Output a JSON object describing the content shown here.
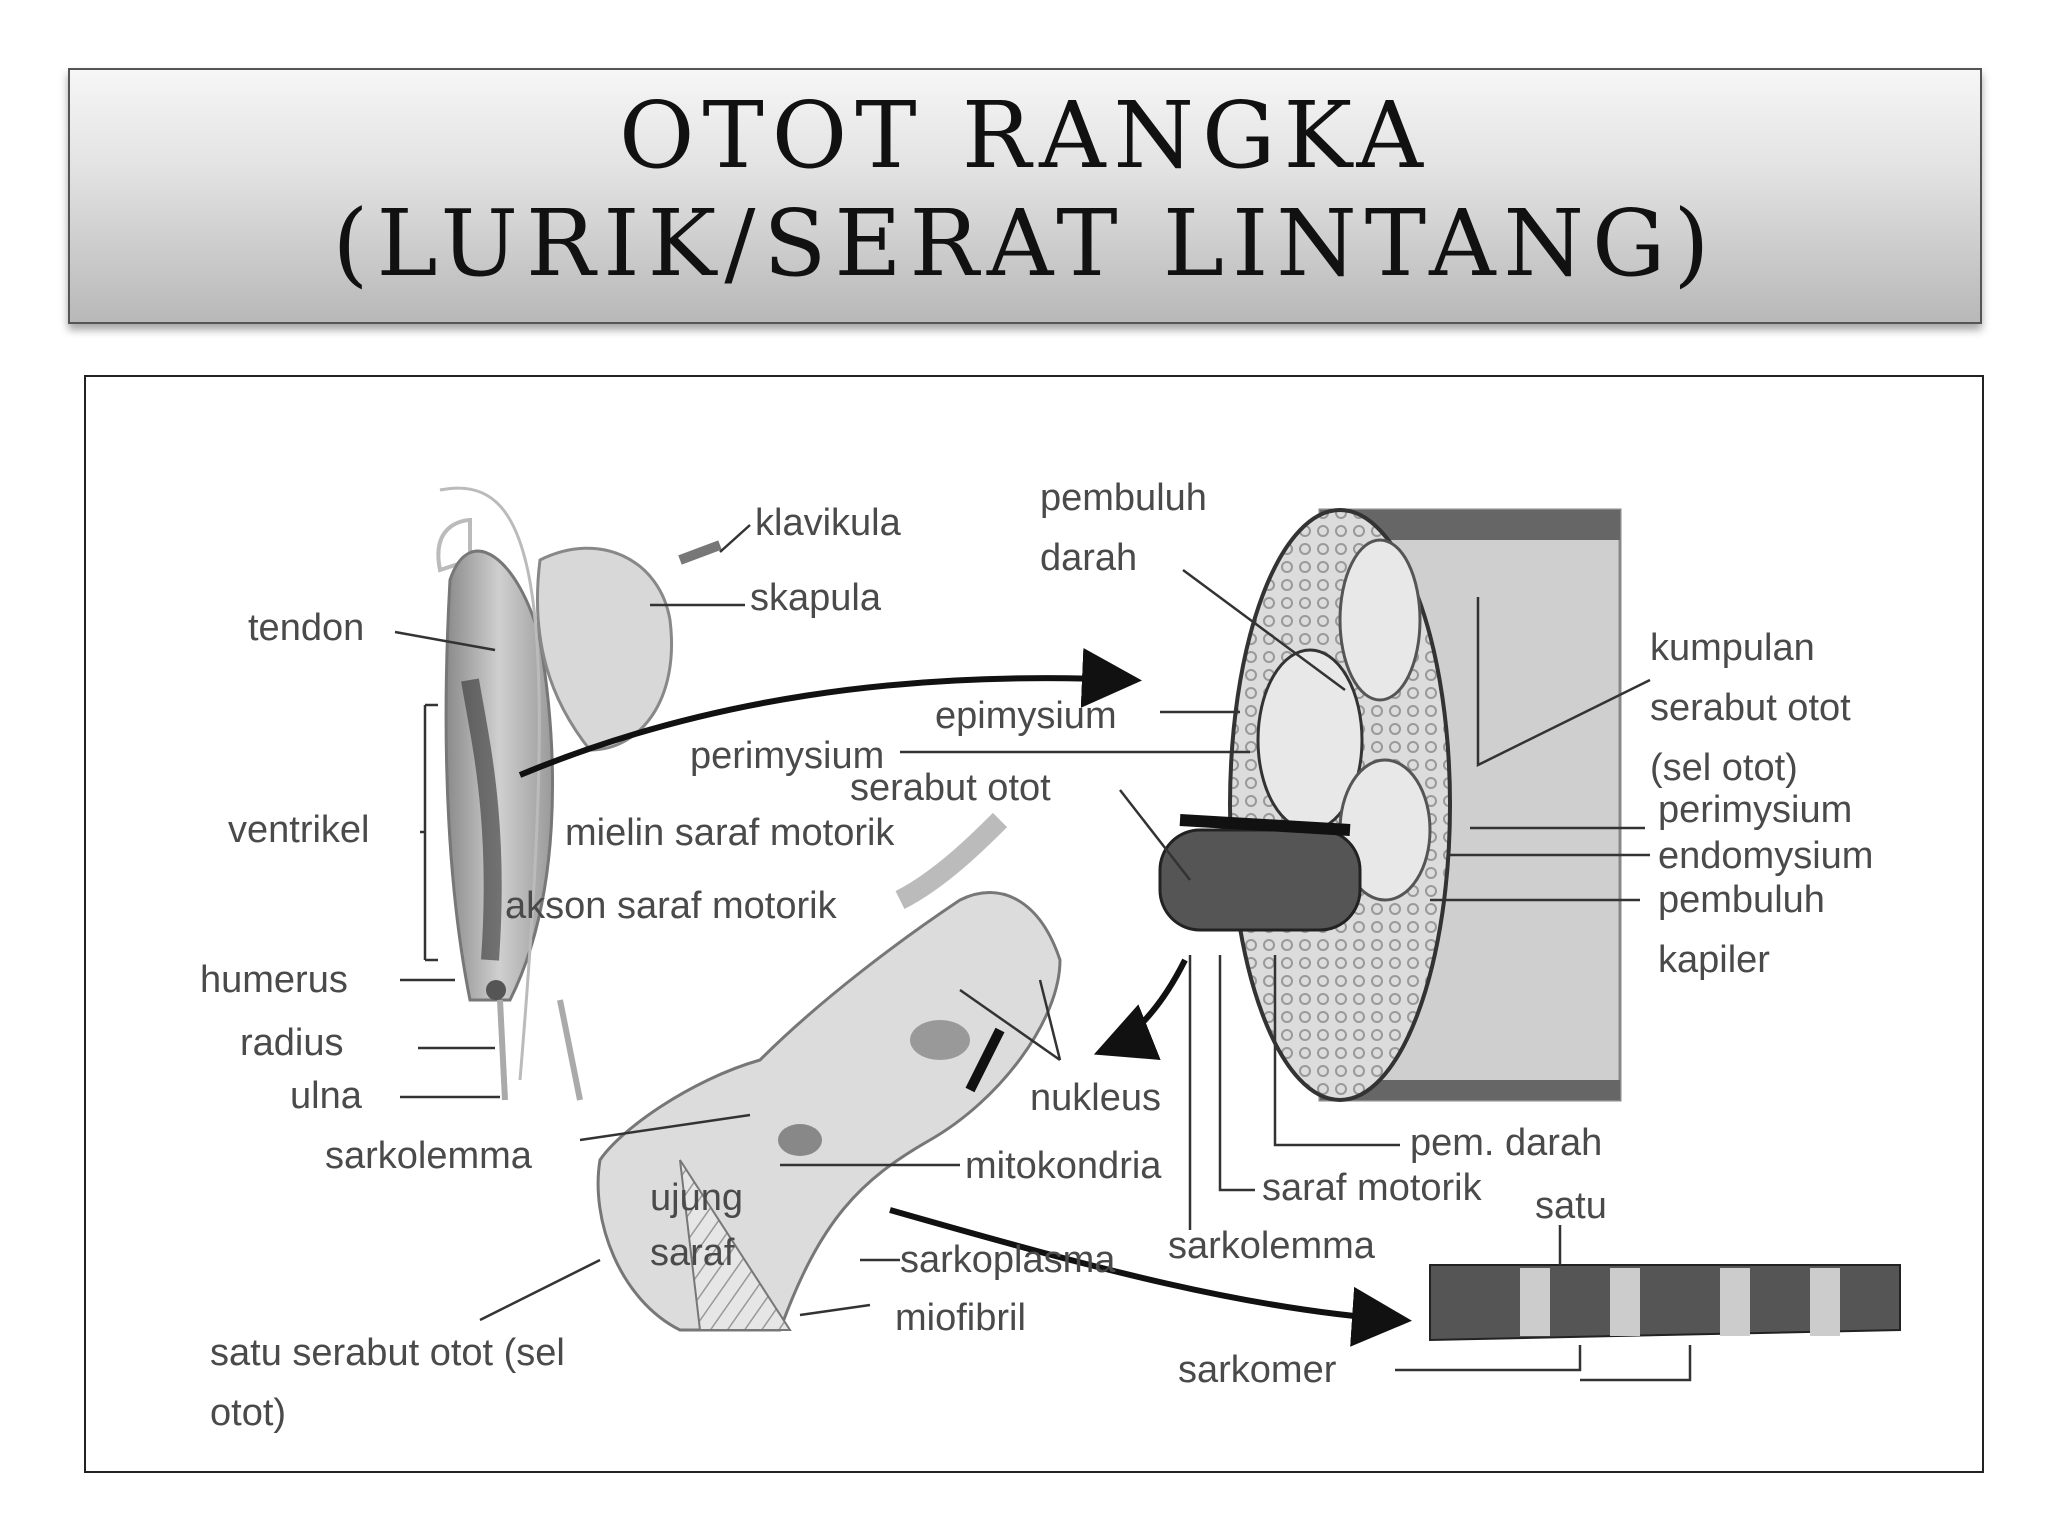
{
  "title": {
    "line1": "OTOT RANGKA",
    "line2": "(LURIK/SERAT LINTANG)"
  },
  "labels": {
    "klavikula": "klavikula",
    "skapula": "skapula",
    "tendon": "tendon",
    "ventrikel": "ventrikel",
    "humerus": "humerus",
    "radius": "radius",
    "ulna": "ulna",
    "pembuluh_darah_1": "pembuluh",
    "pembuluh_darah_2": "darah",
    "kumpulan_1": "kumpulan",
    "kumpulan_2": "serabut otot",
    "kumpulan_3": "(sel otot)",
    "epimysium": "epimysium",
    "perimysium": "perimysium",
    "serabut_otot": "serabut otot",
    "mielin": "mielin saraf motorik",
    "akson": "akson saraf motorik",
    "perimysium_r": "perimysium",
    "endomysium": "endomysium",
    "pembuluh_kapiler_1": "pembuluh",
    "pembuluh_kapiler_2": "kapiler",
    "nukleus": "nukleus",
    "sarkolemma_l": "sarkolemma",
    "mitokondria": "mitokondria",
    "ujung_1": "ujung",
    "ujung_2": "saraf",
    "sarkoplasma": "sarkoplasma",
    "miofibril": "miofibril",
    "pem_darah": "pem. darah",
    "saraf_motorik": "saraf motorik",
    "satu": "satu",
    "sarkolemma_r": "sarkolemma",
    "sarkomer": "sarkomer",
    "satu_serabut_1": "satu serabut otot (sel",
    "satu_serabut_2": "otot)"
  }
}
